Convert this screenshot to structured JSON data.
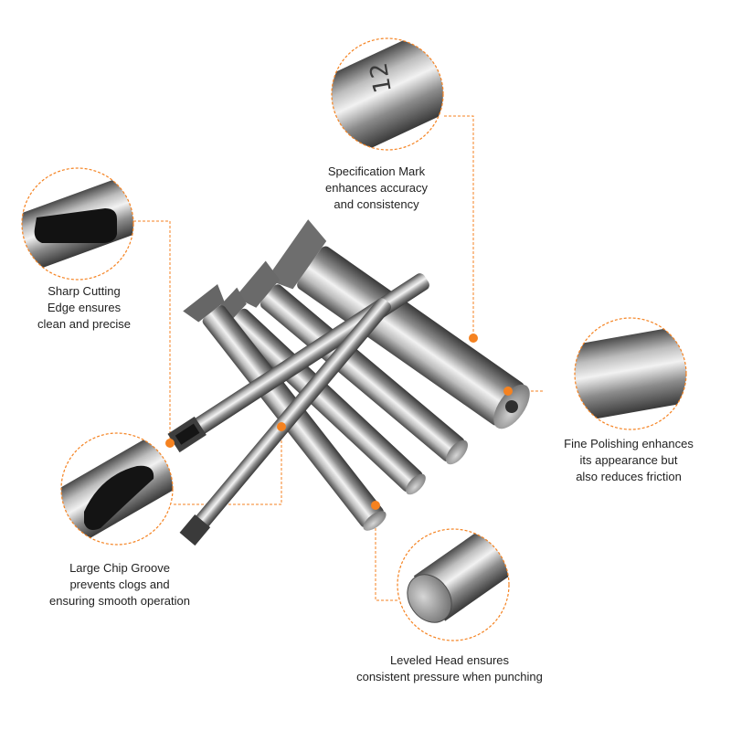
{
  "accent_color": "#f58220",
  "captions": {
    "spec": [
      "Specification Mark",
      "enhances accuracy",
      "and consistency"
    ],
    "edge": [
      "Sharp Cutting",
      "Edge ensures",
      "clean and precise"
    ],
    "polish": [
      "Fine Polishing enhances",
      "its appearance but",
      "also reduces friction"
    ],
    "groove": [
      "Large Chip Groove",
      "prevents clogs and",
      "ensuring smooth operation"
    ],
    "head": [
      "Leveled Head ensures",
      "consistent pressure when punching"
    ]
  }
}
